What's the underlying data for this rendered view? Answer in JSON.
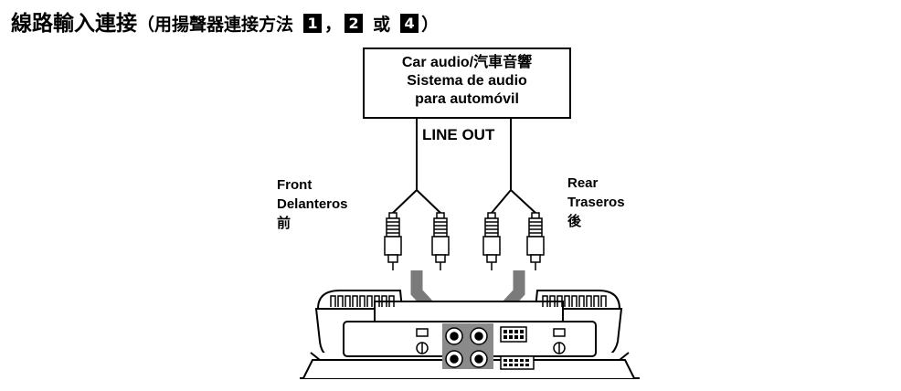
{
  "heading": {
    "title": "線路輸入連接",
    "paren_open": "（用揚聲器連接方法",
    "num1": "1",
    "comma": "，",
    "num2": "2",
    "or": "或",
    "num4": "4",
    "paren_close": "）"
  },
  "source_box": {
    "line1": "Car audio/汽車音響",
    "line2": "Sistema de audio",
    "line3": "para automóvil"
  },
  "line_out": "LINE OUT",
  "front_label": {
    "line1": "Front",
    "line2": "Delanteros",
    "line3": "前"
  },
  "rear_label": {
    "line1": "Rear",
    "line2": "Traseros",
    "line3": "後"
  }
}
